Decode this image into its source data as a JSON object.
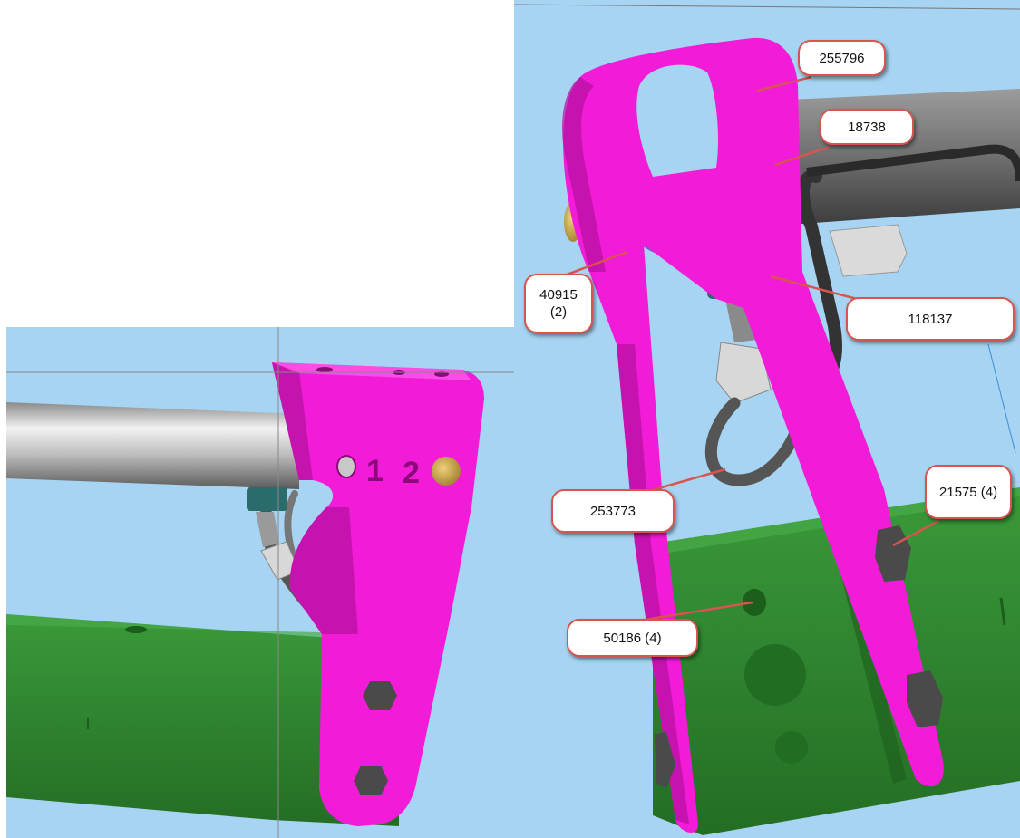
{
  "colors": {
    "sky": "#a6d4f2",
    "magenta": "#f21cd8",
    "magenta_dark": "#b30fa0",
    "green": "#2f8a2f",
    "green_dark": "#1c5e1c",
    "callout_border": "#d9534f",
    "brass": "#c9a14a",
    "orange": "#ff6a10",
    "blue_washer": "#5f63d6",
    "hose": "#555555",
    "fitting_teal": "#2a6b6b"
  },
  "left_view": {
    "bracket_stamps": [
      "1",
      "2"
    ]
  },
  "callouts": {
    "c255796": {
      "line1": "255796"
    },
    "c18738": {
      "line1": "18738"
    },
    "c40915": {
      "line1": "40915",
      "line2": "(2)"
    },
    "c118137": {
      "line1": "118137"
    },
    "c253773": {
      "line1": "253773"
    },
    "c21575": {
      "line1": "21575 (4)"
    },
    "c50186": {
      "line1": "50186 (4)"
    }
  }
}
